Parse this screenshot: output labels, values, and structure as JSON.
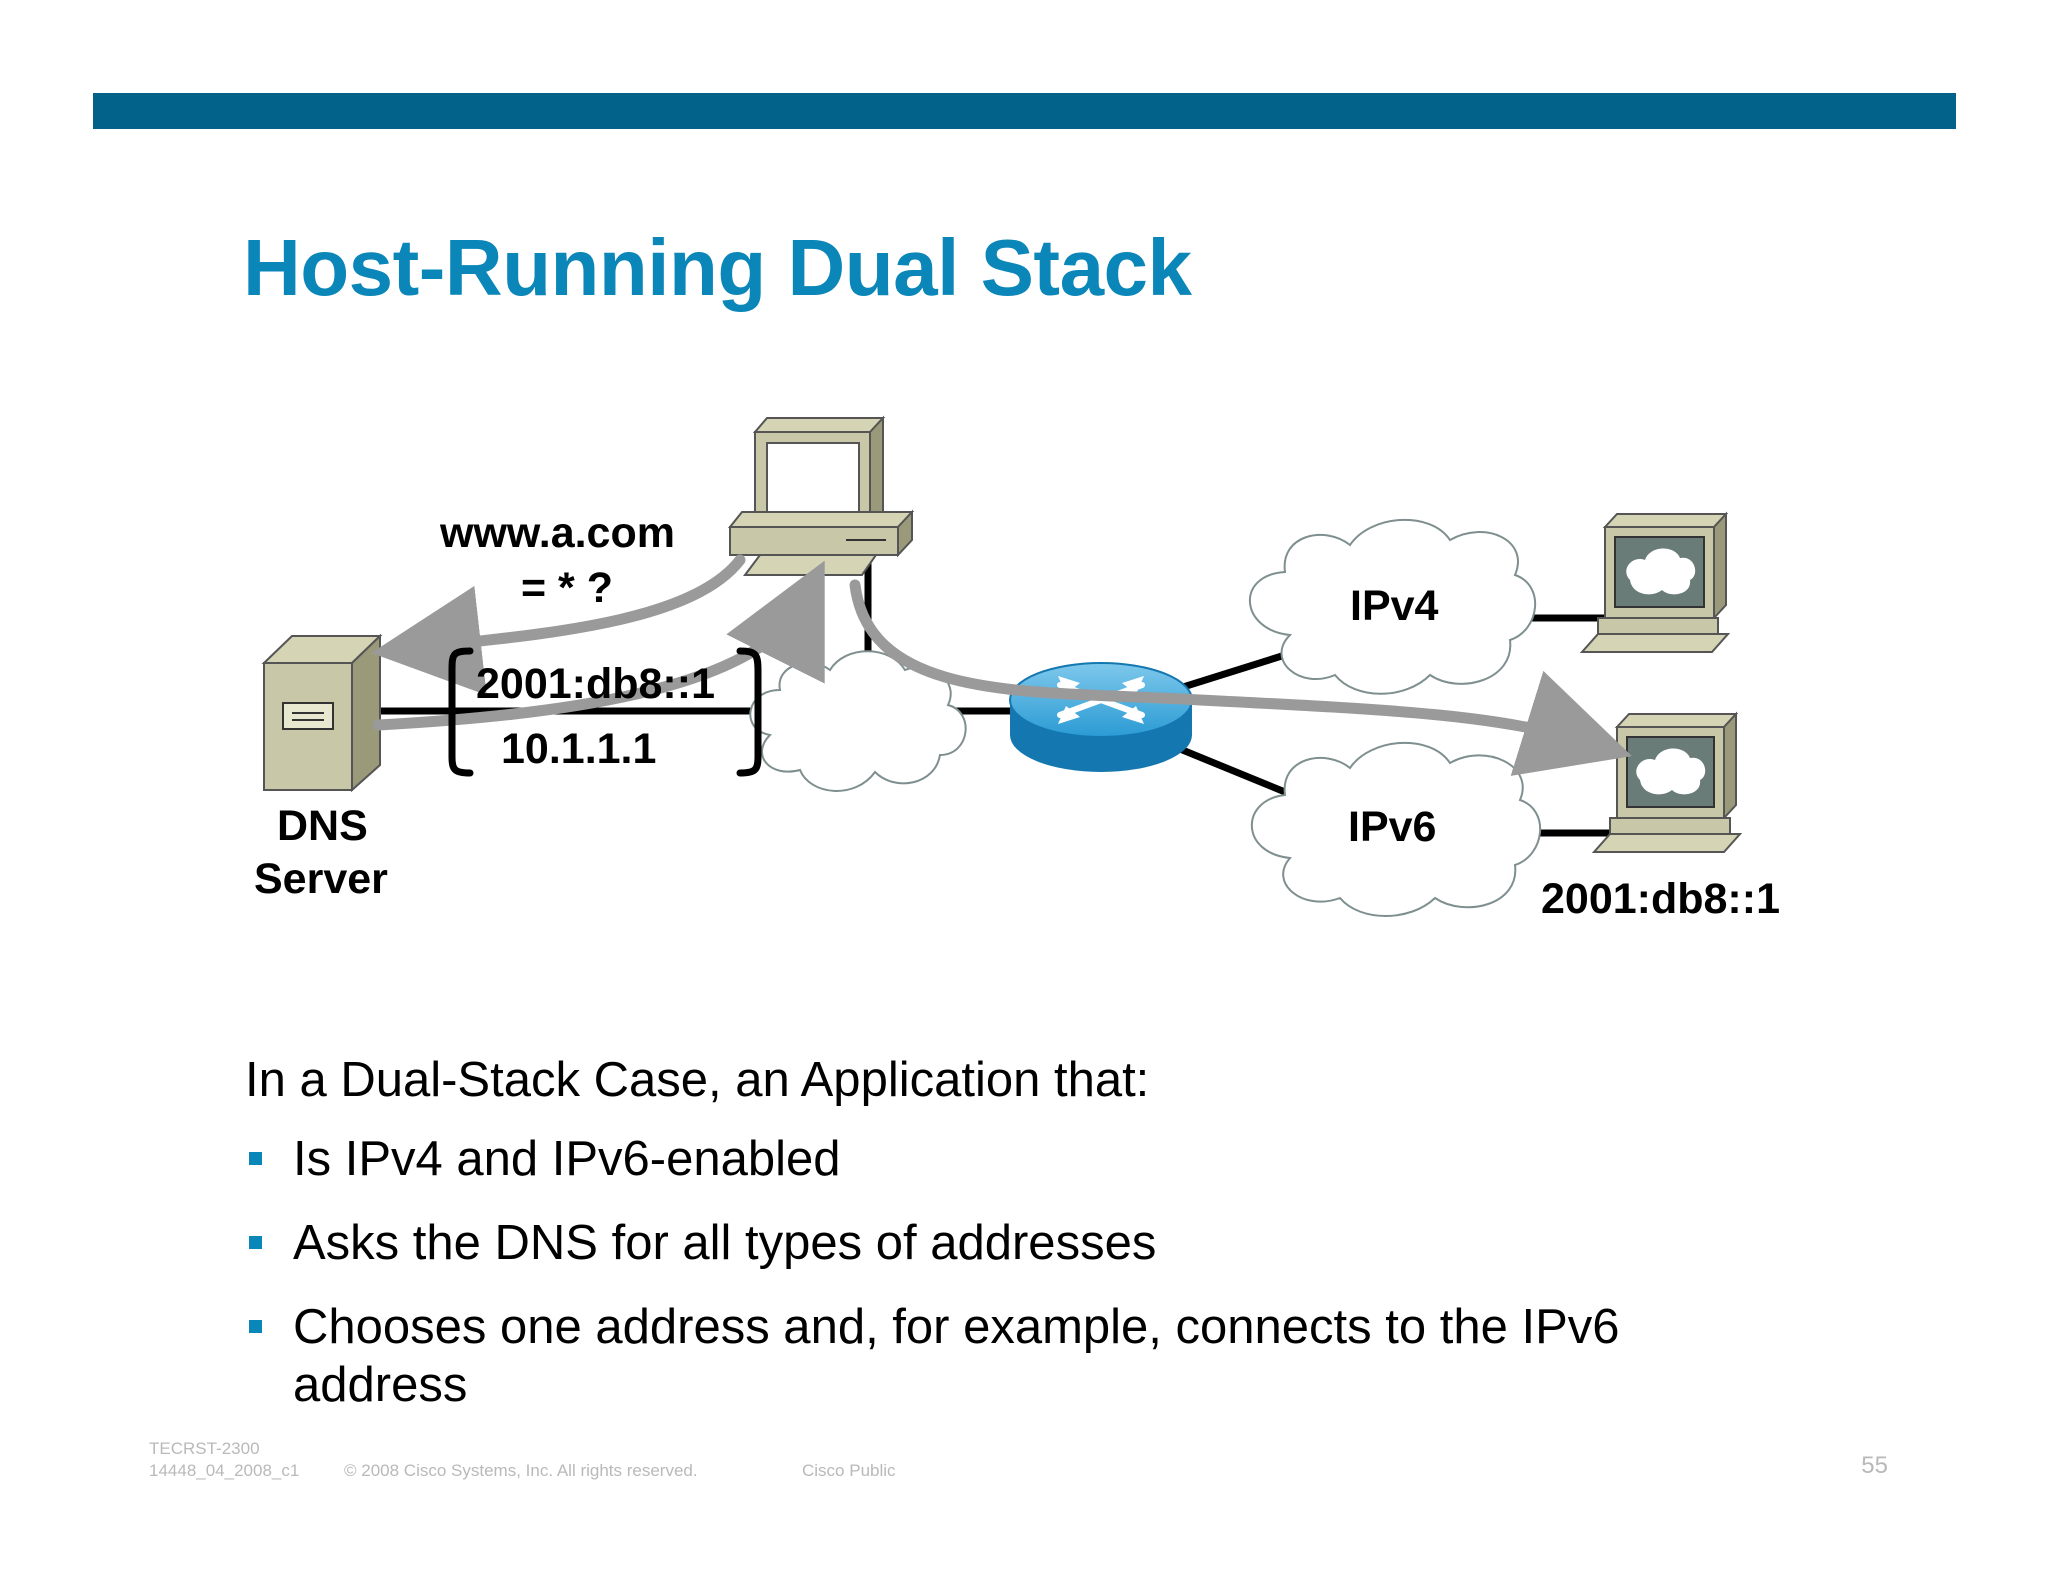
{
  "title": "Host-Running Dual Stack",
  "diagram": {
    "query_line1": "www.a.com",
    "query_line2": "= * ?",
    "answer_ipv6": "2001:db8::1",
    "answer_ipv4": "10.1.1.1",
    "dns_label_line1": "DNS",
    "dns_label_line2": "Server",
    "cloud_ipv4": "IPv4",
    "cloud_ipv6": "IPv6",
    "dest_address": "2001:db8::1",
    "icons": [
      "dns-server-icon",
      "dual-stack-host-icon",
      "router-icon",
      "ipv4-host-icon",
      "ipv6-host-icon",
      "cloud-icon"
    ]
  },
  "body": {
    "intro": "In a Dual-Stack Case, an Application that:",
    "bullets": [
      "Is IPv4 and IPv6-enabled",
      "Asks the DNS for all types of addresses",
      "Chooses one address and, for example, connects to the IPv6 address"
    ]
  },
  "footer": {
    "code1": "TECRST-2300",
    "code2": "14448_04_2008_c1",
    "copyright": "© 2008 Cisco Systems, Inc. All rights reserved.",
    "classification": "Cisco Public",
    "page_number": "55"
  },
  "colors": {
    "accent_bar": "#02628a",
    "title": "#0a86b8",
    "router": "#1a8fc9",
    "arrow": "#9a9a9a"
  }
}
